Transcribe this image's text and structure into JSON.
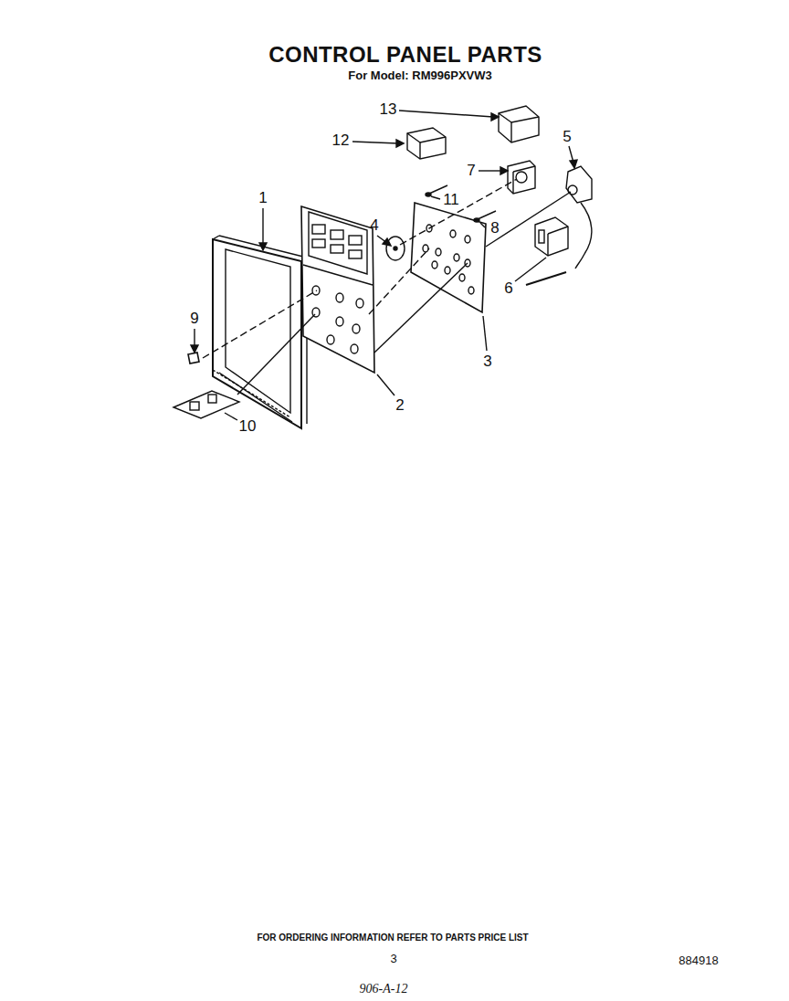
{
  "diagram": {
    "title": "CONTROL PANEL PARTS",
    "labels": [
      "For Model: RM996PXVW3",
      "13",
      "12",
      "7",
      "5",
      "11",
      "4",
      "8",
      "1",
      "6",
      "9",
      "3",
      "2",
      "10",
      "FOR ORDERING INFORMATION REFER TO PARTS PRICE LIST",
      "3",
      "884918",
      "906-A-12"
    ]
  }
}
